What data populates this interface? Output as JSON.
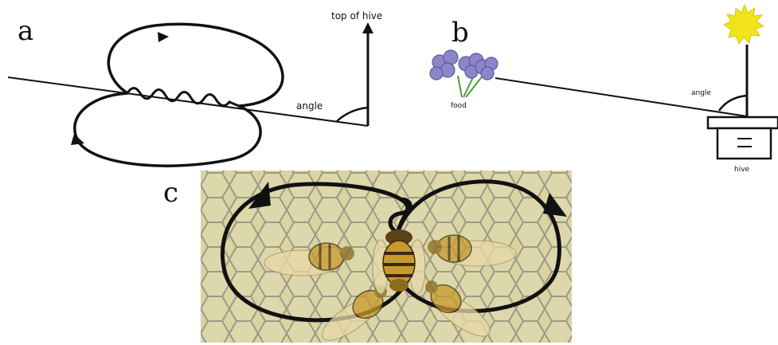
{
  "panels": {
    "a": {
      "letter": "a",
      "top_label": "top of hive",
      "angle_label": "angle"
    },
    "b": {
      "letter": "b",
      "angle_label": "angle",
      "food_label": "food",
      "hive_label": "hive"
    },
    "c": {
      "letter": "c"
    }
  },
  "colors": {
    "stroke": "#111111",
    "sun": "#f2e21a",
    "flower": "#8c86c9",
    "flower_center": "#5d58a0",
    "stem": "#4a9b3a",
    "comb_bg": "#d9d4a2",
    "comb_cell": "#9c9a87",
    "bee_body": "#c89a2c",
    "bee_stripe": "#3b2a0c"
  }
}
